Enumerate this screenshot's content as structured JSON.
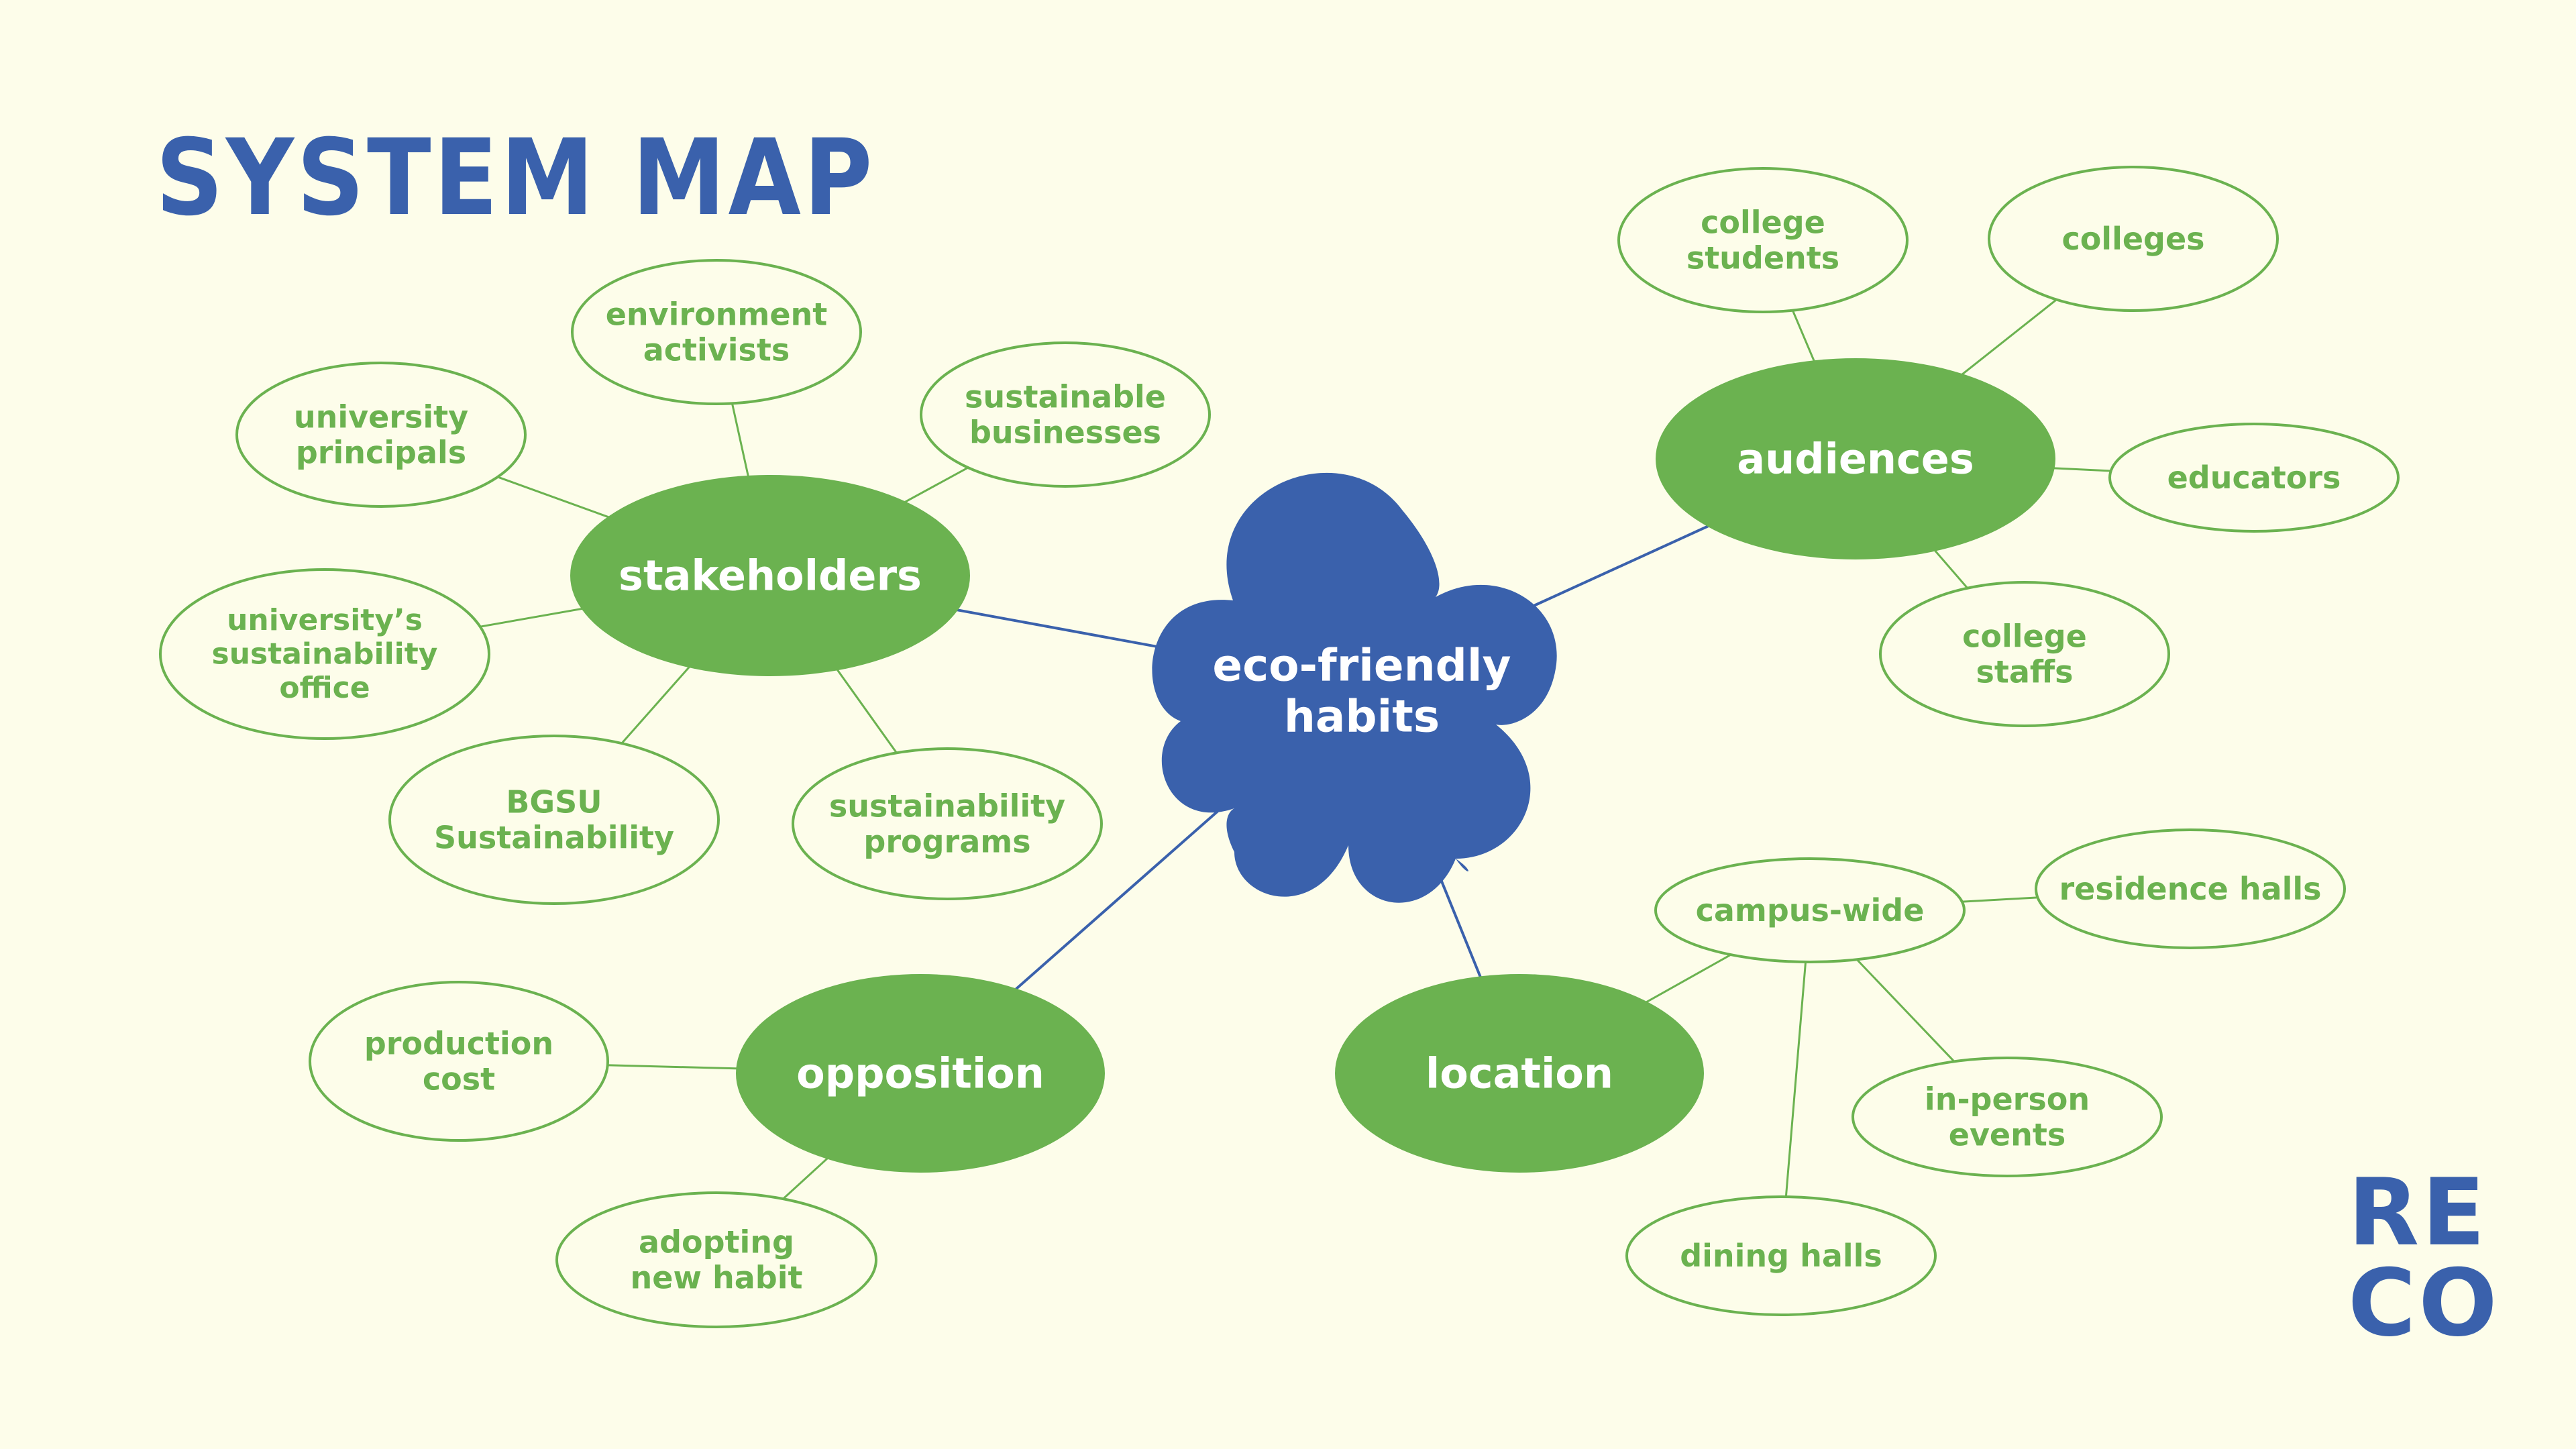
{
  "title": "SYSTEM MAP",
  "logo": {
    "line1": "RE",
    "line2": "CO"
  },
  "center": {
    "lines": [
      "eco-friendly",
      "habits"
    ]
  },
  "colors": {
    "background": "#FDFDEA",
    "blue": "#3A61AC",
    "green": "#6BB250",
    "outline": "#6BB250"
  },
  "hubs": [
    {
      "id": "stakeholders",
      "label": "stakeholders",
      "leaves": [
        {
          "id": "university-principals",
          "lines": [
            "university",
            "principals"
          ]
        },
        {
          "id": "environment-activists",
          "lines": [
            "environment",
            "activists"
          ]
        },
        {
          "id": "sustainable-businesses",
          "lines": [
            "sustainable",
            "businesses"
          ]
        },
        {
          "id": "universitys-sustainability-office",
          "lines": [
            "university’s",
            "sustainability",
            "office"
          ]
        },
        {
          "id": "bgsu-sustainability",
          "lines": [
            "BGSU",
            "Sustainability"
          ]
        },
        {
          "id": "sustainability-programs",
          "lines": [
            "sustainability",
            "programs"
          ]
        }
      ]
    },
    {
      "id": "audiences",
      "label": "audiences",
      "leaves": [
        {
          "id": "college-students",
          "lines": [
            "college",
            "students"
          ]
        },
        {
          "id": "colleges",
          "lines": [
            "colleges"
          ]
        },
        {
          "id": "educators",
          "lines": [
            "educators"
          ]
        },
        {
          "id": "college-staffs",
          "lines": [
            "college",
            "staffs"
          ]
        }
      ]
    },
    {
      "id": "opposition",
      "label": "opposition",
      "leaves": [
        {
          "id": "production-cost",
          "lines": [
            "production",
            "cost"
          ]
        },
        {
          "id": "adopting-new-habit",
          "lines": [
            "adopting",
            "new habit"
          ]
        }
      ]
    },
    {
      "id": "location",
      "label": "location",
      "leaves": [
        {
          "id": "campus-wide",
          "lines": [
            "campus-wide"
          ],
          "leaves": [
            {
              "id": "residence-halls",
              "lines": [
                "residence halls"
              ]
            },
            {
              "id": "in-person-events",
              "lines": [
                "in-person",
                "events"
              ]
            },
            {
              "id": "dining-halls",
              "lines": [
                "dining halls"
              ]
            }
          ]
        }
      ]
    }
  ]
}
